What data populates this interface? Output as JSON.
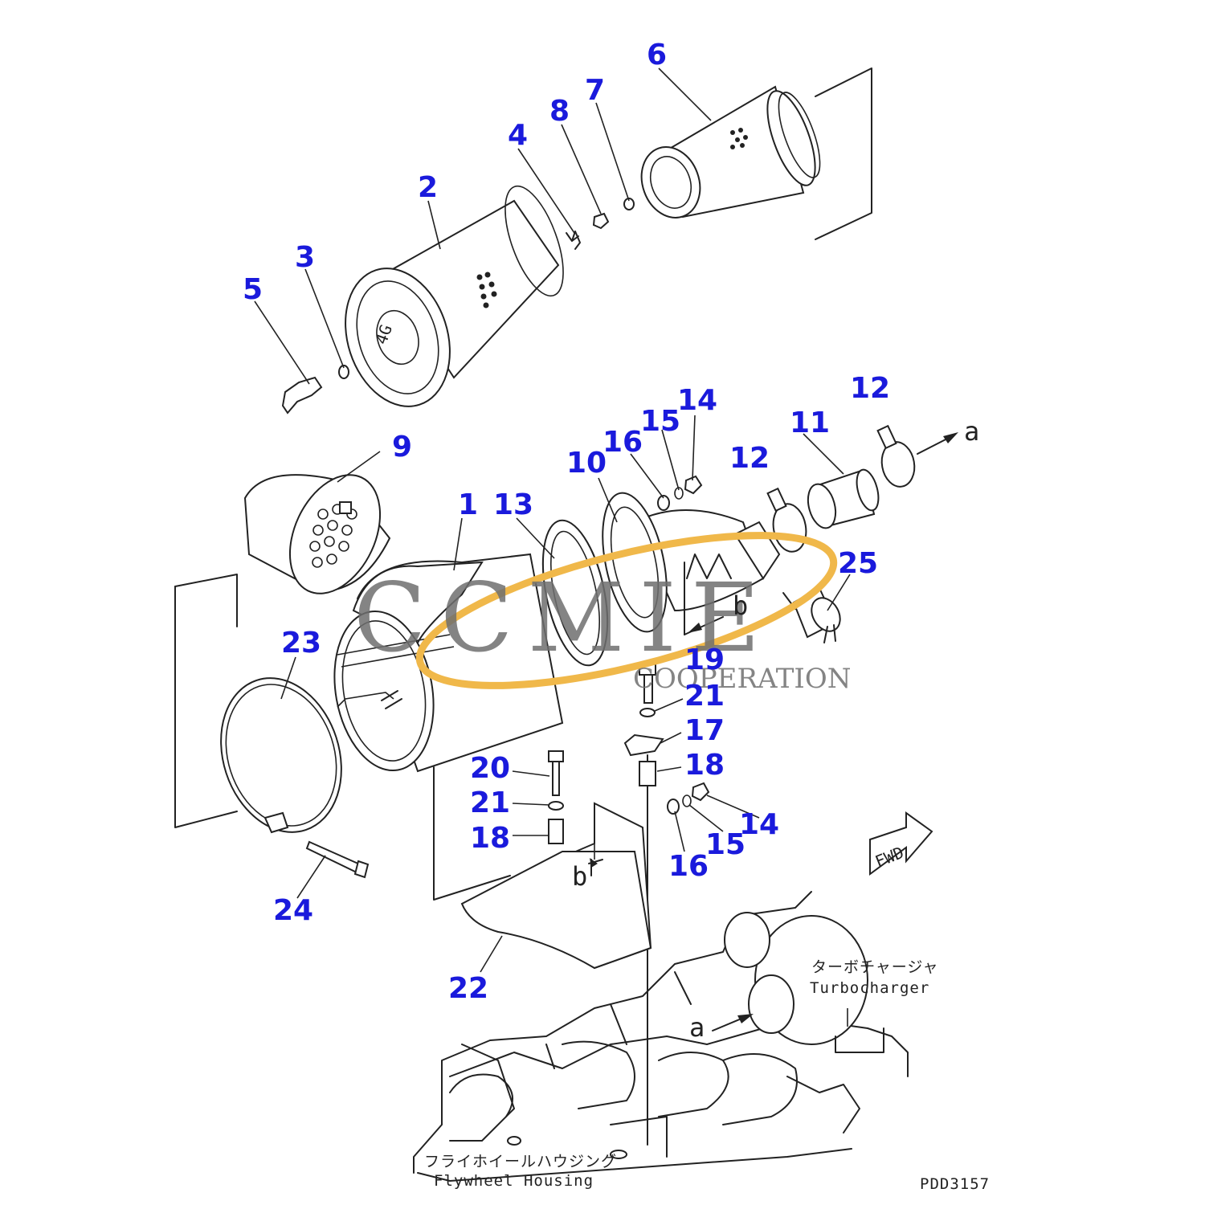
{
  "colors": {
    "callout": "#1a1adc",
    "line": "#222222",
    "watermark_gray": "#6e6e6e",
    "watermark_orange": "#f0b84a"
  },
  "callouts": {
    "c1": "1",
    "c2": "2",
    "c3": "3",
    "c4": "4",
    "c5": "5",
    "c6": "6",
    "c7": "7",
    "c8": "8",
    "c9": "9",
    "c10": "10",
    "c11": "11",
    "c12a": "12",
    "c12b": "12",
    "c13": "13",
    "c14a": "14",
    "c14b": "14",
    "c15a": "15",
    "c15b": "15",
    "c16a": "16",
    "c16b": "16",
    "c17": "17",
    "c18a": "18",
    "c18b": "18",
    "c19": "19",
    "c20": "20",
    "c21a": "21",
    "c21b": "21",
    "c22": "22",
    "c23": "23",
    "c24": "24",
    "c25": "25"
  },
  "refs": {
    "a_top": "a",
    "a_bottom": "a",
    "b_upper": "b",
    "b_lower": "b"
  },
  "fwd": "FWD",
  "labels": {
    "turbo_jp": "ターボチャージャ",
    "turbo_en": "Turbocharger",
    "flywheel_jp": "フライホイールハウジング",
    "flywheel_en": "Flywheel Housing",
    "drawing_no": "PDD3157"
  },
  "watermark": {
    "brand": "CCMIE",
    "sub": "COOPERATION"
  }
}
